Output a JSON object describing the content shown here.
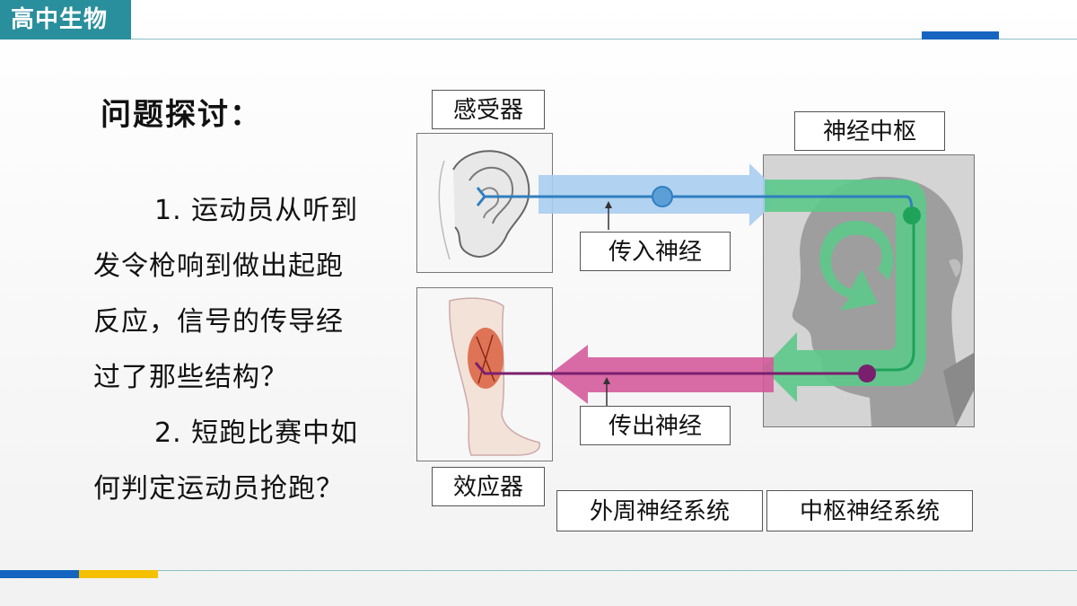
{
  "header": {
    "subject": "高中生物"
  },
  "content": {
    "heading": "问题探讨：",
    "question1_line1": "1. 运动员从听到",
    "question1_rest": [
      "发令枪响到做出起跑",
      "反应，信号的传导经",
      "过了那些结构？"
    ],
    "question2_line1": "2. 短跑比赛中如",
    "question2_rest": [
      "何判定运动员抢跑？"
    ]
  },
  "diagram": {
    "labels": {
      "receptor": "感受器",
      "center": "神经中枢",
      "afferent": "传入神经",
      "efferent": "传出神经",
      "effector": "效应器",
      "peripheral": "外周神经系统",
      "central": "中枢神经系统"
    },
    "icons": [
      "ear-icon",
      "leg-icon",
      "head-icon"
    ],
    "colors": {
      "theme": "#2a8f9c",
      "accent_blue": "#1565c0",
      "accent_yellow": "#f5c000",
      "afferent_arrow": "#a9cdf0",
      "afferent_nerve": "#2f7fbf",
      "center_arrow": "#5cc98a",
      "efferent_arrow": "#d4589a",
      "efferent_nerve": "#7a1f6e"
    }
  }
}
